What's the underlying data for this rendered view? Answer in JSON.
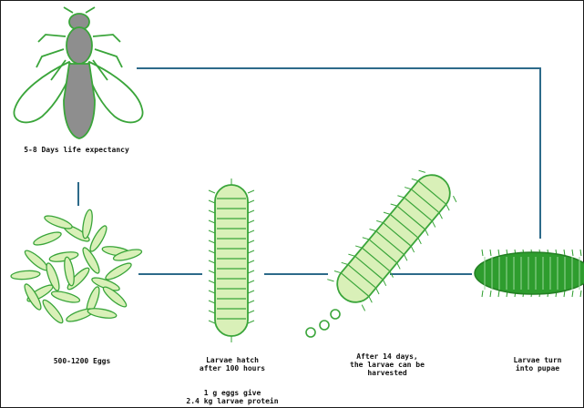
{
  "labels": {
    "fly": "5-8 Days life expectancy",
    "eggs": "500-1200 Eggs",
    "hatch_line1": "Larvae hatch",
    "hatch_line2": "after 100 hours",
    "yield_line1": "1 g eggs give",
    "yield_line2": "2.4 kg larvae protein",
    "harvest_line1": "After 14 days,",
    "harvest_line2": "the larvae can be",
    "harvest_line3": "harvested",
    "pupae_line1": "Larvae turn",
    "pupae_line2": "into pupae"
  },
  "colors": {
    "connector": "#2d6a8a",
    "outline_green": "#3aa53a",
    "light_green": "#d9f0b8",
    "dark_green": "#2e9d2e",
    "fly_body": "#8e8e8e"
  }
}
